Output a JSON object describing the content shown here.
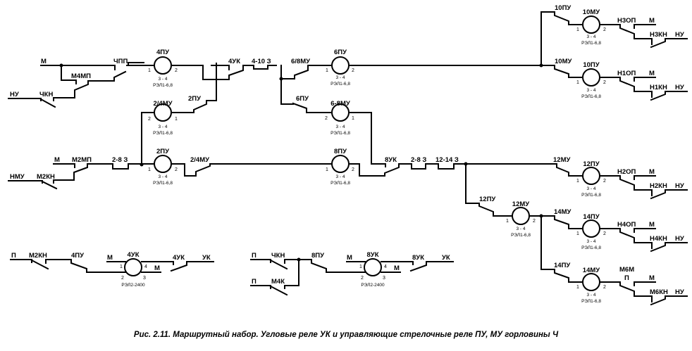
{
  "caption": "Рис. 2.11. Маршрутный набор. Угловые реле УК и управляющие стрелочные реле ПУ, МУ горловины Ч",
  "common": {
    "pins": "3 - 4",
    "pin1": "1",
    "pin2": "2",
    "pin3": "3",
    "pin4": "4"
  },
  "relays": {
    "r4PU": {
      "name": "4ПУ",
      "type": "РЭЛ1-6,8"
    },
    "r24MU": {
      "name": "2/4МУ",
      "type": "РЭЛ1-6,8"
    },
    "r2PU": {
      "name": "2ПУ",
      "type": "РЭЛ1-6,8"
    },
    "r6PU": {
      "name": "6ПУ",
      "type": "РЭЛ1-6,8"
    },
    "r68MU": {
      "name": "6-8МУ",
      "type": "РЭЛ1-6,8"
    },
    "r8PU": {
      "name": "8ПУ",
      "type": "РЭЛ1-6,8"
    },
    "r10MU": {
      "name": "10МУ",
      "type": "РЭЛ1-6,8"
    },
    "r10PU": {
      "name": "10ПУ",
      "type": "РЭЛ1-6,8"
    },
    "r12PU": {
      "name": "12ПУ",
      "type": "РЭЛ1-6,8"
    },
    "r12MU": {
      "name": "12МУ",
      "type": "РЭЛ1-6,8"
    },
    "r14PU": {
      "name": "14ПУ",
      "type": "РЭЛ1-6,8"
    },
    "r14MU": {
      "name": "14МУ",
      "type": "РЭЛ1-6,8"
    },
    "r4UK": {
      "name": "4УК",
      "type": "РЭЛ2-2400"
    },
    "r8UK": {
      "name": "8УК",
      "type": "РЭЛ2-2400"
    }
  },
  "labels": {
    "m_top": "М",
    "nu_left": "НУ",
    "chkn": "ЧКН",
    "m4mp": "М4МП",
    "chpp": "ЧПП",
    "c_2pu": "2ПУ",
    "c_4uk": "4УК",
    "c_410z": "4-10 З",
    "c_68mu": "6/8МУ",
    "c_6pu": "6ПУ",
    "m_mid": "М",
    "nmu": "НМУ",
    "m2mp": "М2МП",
    "m2kn": "М2КН",
    "c_28z": "2-8 З",
    "c_24mu": "2/4МУ",
    "c_8uk": "8УК",
    "c_28z_b": "2-8 З",
    "c_1214z": "12-14 З",
    "c_10pu": "10ПУ",
    "c_10mu": "10МУ",
    "n3op": "Н3ОП",
    "n3_m": "М",
    "n3kn": "Н3КН",
    "n3_nu": "НУ",
    "n1op": "Н1ОП",
    "n1_m": "М",
    "n1kn": "Н1КН",
    "n1_nu": "НУ",
    "c_12mu": "12МУ",
    "c_12pu": "12ПУ",
    "c_14mu": "14МУ",
    "c_14pu": "14ПУ",
    "n2op": "Н2ОП",
    "n2_m": "М",
    "n2kn": "Н2КН",
    "n2_nu": "НУ",
    "n4op": "Н4ОП",
    "n4_m": "М",
    "n4kn": "Н4КН",
    "n4_nu": "НУ",
    "m6m": "М6М",
    "m6m_p": "П",
    "m6_m": "М",
    "m6kn": "М6КН",
    "m6_nu": "НУ",
    "uk4_p": "П",
    "uk4_m2kn": "М2КН",
    "uk4_4pu": "4ПУ",
    "uk4_m_in": "М",
    "uk4_m_out": "М",
    "uk4_c": "4УК",
    "uk4_uk": "УК",
    "uk8_p1": "П",
    "uk8_chkn": "ЧКН",
    "uk8_p2": "П",
    "uk8_m4k": "М4К",
    "uk8_8pu": "8ПУ",
    "uk8_m_in": "М",
    "uk8_m_out": "М",
    "uk8_c": "8УК",
    "uk8_uk": "УК"
  }
}
